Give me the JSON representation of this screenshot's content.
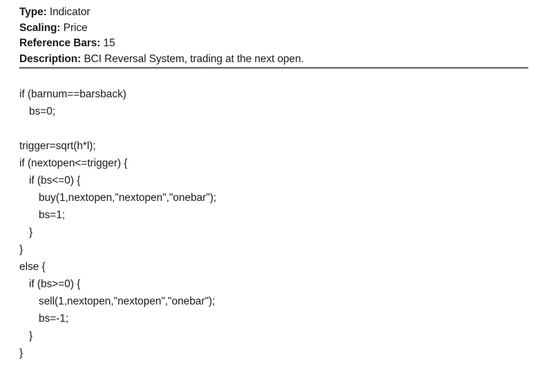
{
  "header": {
    "rows": [
      {
        "label": "Type:",
        "value": " Indicator"
      },
      {
        "label": "Scaling:",
        "value": " Price"
      },
      {
        "label": "Reference Bars:",
        "value": " 15"
      },
      {
        "label": "Description:",
        "value": " BCI Reversal System, trading at the next open."
      }
    ]
  },
  "divider": {
    "color": "#4a4a4a"
  },
  "code": {
    "lines": [
      {
        "indent": 0,
        "text": "if (barnum==barsback)"
      },
      {
        "indent": 1,
        "text": "bs=0;"
      },
      {
        "indent": 0,
        "text": ""
      },
      {
        "indent": 0,
        "text": "trigger=sqrt(h*l);"
      },
      {
        "indent": 0,
        "text": "if (nextopen<=trigger) {"
      },
      {
        "indent": 1,
        "text": "if (bs<=0) {"
      },
      {
        "indent": 2,
        "text": "buy(1,nextopen,\"nextopen\",\"onebar\");"
      },
      {
        "indent": 2,
        "text": "bs=1;"
      },
      {
        "indent": 1,
        "text": "}"
      },
      {
        "indent": 0,
        "text": "}"
      },
      {
        "indent": 0,
        "text": "else {"
      },
      {
        "indent": 1,
        "text": "if (bs>=0) {"
      },
      {
        "indent": 2,
        "text": "sell(1,nextopen,\"nextopen\",\"onebar\");"
      },
      {
        "indent": 2,
        "text": "bs=-1;"
      },
      {
        "indent": 1,
        "text": "}"
      },
      {
        "indent": 0,
        "text": "}"
      }
    ]
  }
}
